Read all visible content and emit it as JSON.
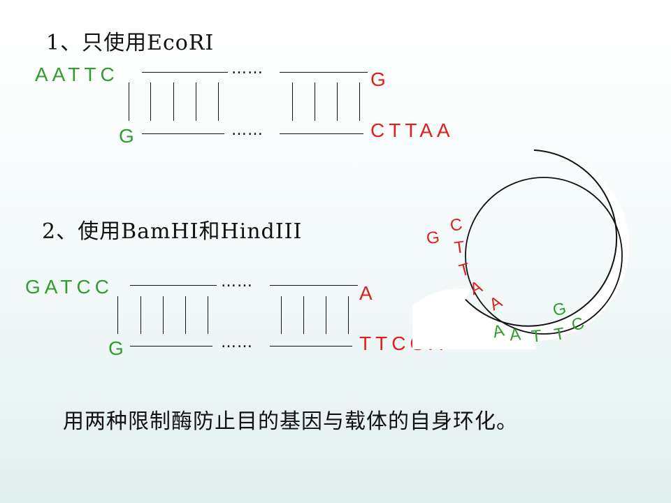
{
  "section1": {
    "heading": "1、只使用EcoRI",
    "top_left_seq": "AATTC",
    "bottom_left_seq": "G",
    "top_right_seq": "G",
    "bottom_right_seq": "CTTAA",
    "dots_top": "……",
    "dots_bottom": "……"
  },
  "section2": {
    "heading": "2、使用BamHI和HindIII",
    "top_left_seq": "GATCC",
    "bottom_left_seq": "G",
    "top_right_seq": "A",
    "bottom_right_seq": "TTCGA",
    "dots_top": "……",
    "dots_bottom": "……"
  },
  "plasmid": {
    "left_outer": "G",
    "left_inner": [
      "C",
      "T",
      "T",
      "A",
      "A"
    ],
    "bottom_outer": "G",
    "bottom_inner": [
      "A",
      "A",
      "T",
      "T",
      "C"
    ]
  },
  "caption": "用两种限制酶防止目的基因与载体的自身环化。",
  "colors": {
    "green": "#2f9e2f",
    "red": "#e01e1e"
  }
}
